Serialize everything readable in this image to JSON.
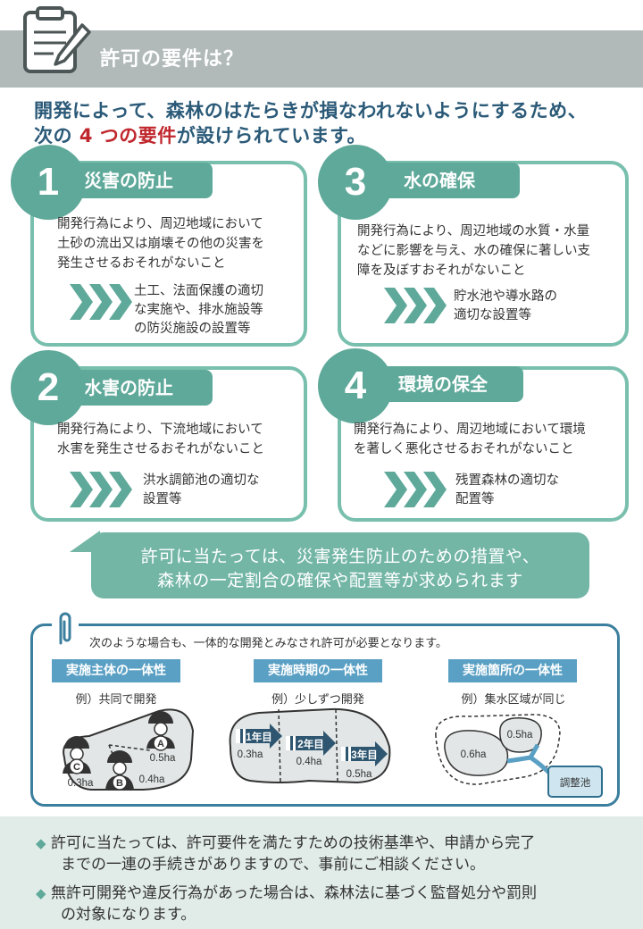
{
  "header": {
    "title": "許可の要件は？"
  },
  "lead": {
    "line1": "開発によって、森林のはたらきが損なわれないようにするため、",
    "line2_pre": "次の ",
    "line2_highlight": "4 つの要件",
    "line2_post": "が設けられています。"
  },
  "requirements": [
    {
      "number": "1",
      "title": "災害の防止",
      "desc": [
        "開発行為により、周辺地域において",
        "土砂の流出又は崩壊その他の災害を",
        "発生させるおそれがないこと"
      ],
      "measure": [
        "土工、法面保護の適切",
        "な実施や、排水施設等",
        "の防災施設の設置等"
      ]
    },
    {
      "number": "3",
      "title": "水の確保",
      "desc": [
        "開発行為により、周辺地域の水質・水量",
        "などに影響を与え、水の確保に著しい支",
        "障を及ぼすおそれがないこと"
      ],
      "measure": [
        "貯水池や導水路の",
        "適切な設置等"
      ]
    },
    {
      "number": "2",
      "title": "水害の防止",
      "desc": [
        "開発行為により、下流地域において",
        "水害を発生させるおそれがないこと"
      ],
      "measure": [
        "洪水調節池の適切な",
        "設置等"
      ]
    },
    {
      "number": "4",
      "title": "環境の保全",
      "desc": [
        "開発行為により、周辺地域において環境",
        "を著しく悪化させるおそれがないこと"
      ],
      "measure": [
        "残置森林の適切な",
        "配置等"
      ]
    }
  ],
  "callout": {
    "line1": "許可に当たっては、災害発生防止のための措置や、",
    "line2": "森林の一定割合の確保や配置等が求められます"
  },
  "integral": {
    "intro": "次のような場合も、一体的な開発とみなされ許可が必要となります。",
    "cases": [
      {
        "label": "実施主体の一体性",
        "example": "例）共同で開発",
        "people": [
          "A",
          "B",
          "C"
        ],
        "areas": [
          "0.5ha",
          "0.4ha",
          "0.3ha"
        ]
      },
      {
        "label": "実施時期の一体性",
        "example": "例）少しずつ開発",
        "years": [
          "1年目",
          "2年目",
          "3年目"
        ],
        "areas": [
          "0.3ha",
          "0.4ha",
          "0.5ha"
        ]
      },
      {
        "label": "実施箇所の一体性",
        "example": "例）集水区域が同じ",
        "areas": [
          "0.5ha",
          "0.6ha"
        ],
        "pond": "調整池"
      }
    ]
  },
  "footer": {
    "notes": [
      [
        "許可に当たっては、許可要件を満たすための技術基準や、申請から完了",
        "までの一連の手続きがありますので、事前にご相談ください。"
      ],
      [
        "無許可開発や違反行為があった場合は、森林法に基づく監督処分や罰則",
        "の対象になります。"
      ]
    ]
  },
  "colors": {
    "accent_green": "#5fa99a",
    "card_border": "#78bfad",
    "lead_blue": "#2b5a78",
    "highlight_red": "#c0272d",
    "label_blue": "#5aa0c4",
    "header_gray": "#b1b9b9",
    "footer_bg": "#e1ece9"
  }
}
